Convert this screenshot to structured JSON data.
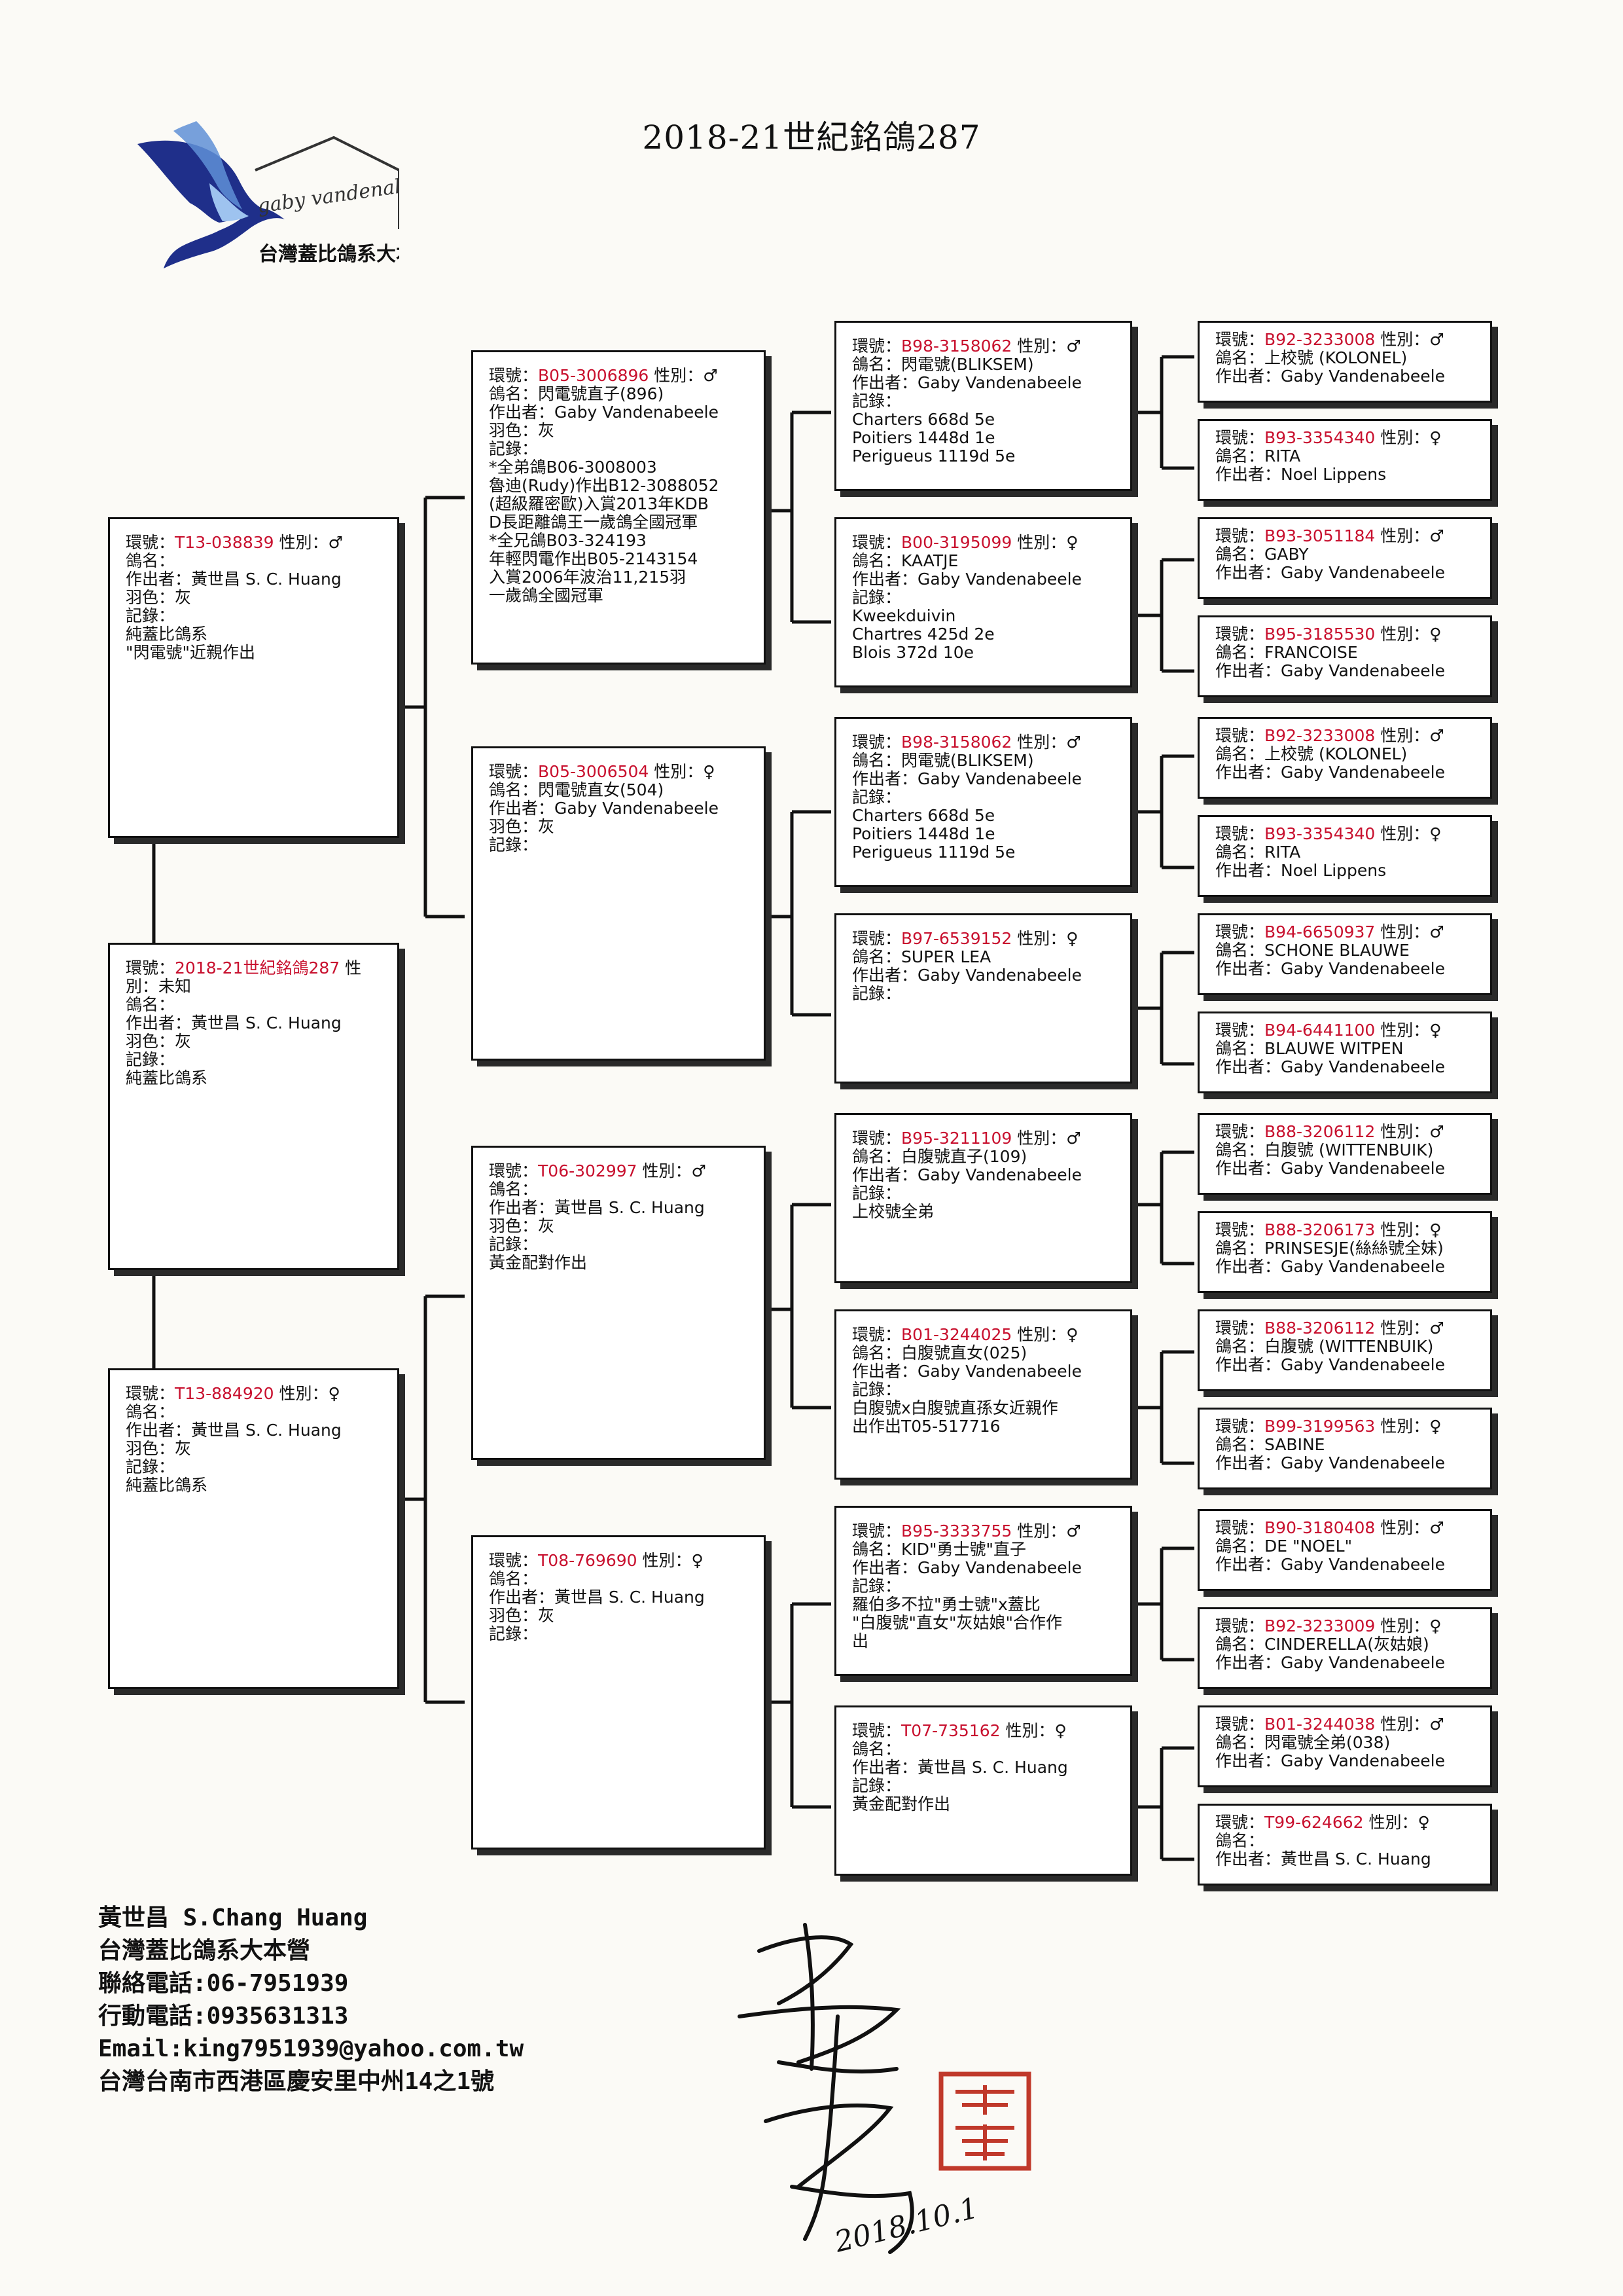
{
  "title": "2018-21世紀銘鴿287",
  "logo": {
    "brand_script": "gaby vandenabeele",
    "brand_cn": "台灣蓋比鴿系大本營"
  },
  "pedigree": {
    "g1": [
      {
        "lines": [
          {
            "label": "環號：",
            "ring": "2018-21世紀銘鴿287",
            "suffix": " 性"
          },
          "別：未知",
          "鴿名：",
          "作出者：黃世昌 S. C. Huang",
          "羽色：灰",
          "記錄：",
          "純蓋比鴿系"
        ]
      }
    ],
    "g2": [
      {
        "lines": [
          {
            "label": "環號：",
            "ring": "T13-038839",
            "suffix": " 性別：♂"
          },
          "鴿名：",
          "作出者：黃世昌 S. C. Huang",
          "羽色：灰",
          "記錄：",
          "純蓋比鴿系",
          "\"閃電號\"近親作出"
        ]
      },
      {
        "lines": [
          {
            "label": "環號：",
            "ring": "T13-884920",
            "suffix": " 性別：♀"
          },
          "鴿名：",
          "作出者：黃世昌 S. C. Huang",
          "羽色：灰",
          "記錄：",
          "純蓋比鴿系"
        ]
      }
    ],
    "g3": [
      {
        "lines": [
          {
            "label": "環號：",
            "ring": "B05-3006896",
            "suffix": " 性別：♂"
          },
          "鴿名：閃電號直子(896)",
          "作出者：Gaby Vandenabeele",
          "羽色：灰",
          "記錄：",
          "*全弟鴿B06-3008003",
          "魯迪(Rudy)作出B12-3088052",
          "(超級羅密歐)入賞2013年KDB",
          "D長距離鴿王一歲鴿全國冠軍",
          "*全兄鴿B03-324193",
          "年輕閃電作出B05-2143154",
          "入賞2006年波治11,215羽",
          "一歲鴿全國冠軍"
        ]
      },
      {
        "lines": [
          {
            "label": "環號：",
            "ring": "B05-3006504",
            "suffix": " 性別：♀"
          },
          "鴿名：閃電號直女(504)",
          "作出者：Gaby Vandenabeele",
          "羽色：灰",
          "記錄："
        ]
      },
      {
        "lines": [
          {
            "label": "環號：",
            "ring": "T06-302997",
            "suffix": " 性別：♂"
          },
          "鴿名：",
          "作出者：黃世昌 S. C. Huang",
          "羽色：灰",
          "記錄：",
          "黃金配對作出"
        ]
      },
      {
        "lines": [
          {
            "label": "環號：",
            "ring": "T08-769690",
            "suffix": " 性別：♀"
          },
          "鴿名：",
          "作出者：黃世昌 S. C. Huang",
          "羽色：灰",
          "記錄："
        ]
      }
    ],
    "g4": [
      {
        "lines": [
          {
            "label": "環號：",
            "ring": "B98-3158062",
            "suffix": " 性別：♂"
          },
          "鴿名：閃電號(BLIKSEM)",
          "作出者：Gaby Vandenabeele",
          "記錄：",
          "Charters 668d 5e",
          "Poitiers 1448d 1e",
          "Perigueus 1119d 5e"
        ]
      },
      {
        "lines": [
          {
            "label": "環號：",
            "ring": "B00-3195099",
            "suffix": " 性別：♀"
          },
          "鴿名：KAATJE",
          "作出者：Gaby Vandenabeele",
          "記錄：",
          "Kweekduivin",
          "Chartres 425d 2e",
          "Blois 372d 10e"
        ]
      },
      {
        "lines": [
          {
            "label": "環號：",
            "ring": "B98-3158062",
            "suffix": " 性別：♂"
          },
          "鴿名：閃電號(BLIKSEM)",
          "作出者：Gaby Vandenabeele",
          "記錄：",
          "Charters 668d 5e",
          "Poitiers 1448d 1e",
          "Perigueus 1119d 5e"
        ]
      },
      {
        "lines": [
          {
            "label": "環號：",
            "ring": "B97-6539152",
            "suffix": " 性別：♀"
          },
          "鴿名：SUPER LEA",
          "作出者：Gaby Vandenabeele",
          "記錄："
        ]
      },
      {
        "lines": [
          {
            "label": "環號：",
            "ring": "B95-3211109",
            "suffix": " 性別：♂"
          },
          "鴿名：白腹號直子(109)",
          "作出者：Gaby Vandenabeele",
          "記錄：",
          "上校號全弟"
        ]
      },
      {
        "lines": [
          {
            "label": "環號：",
            "ring": "B01-3244025",
            "suffix": " 性別：♀"
          },
          "鴿名：白腹號直女(025)",
          "作出者：Gaby Vandenabeele",
          "記錄：",
          "白腹號x白腹號直孫女近親作",
          "出作出T05-517716"
        ]
      },
      {
        "lines": [
          {
            "label": "環號：",
            "ring": "B95-3333755",
            "suffix": " 性別：♂"
          },
          "鴿名：KID\"勇士號\"直子",
          "作出者：Gaby Vandenabeele",
          "記錄：",
          "羅伯多不拉\"勇士號\"x蓋比",
          "\"白腹號\"直女\"灰姑娘\"合作作",
          "出"
        ]
      },
      {
        "lines": [
          {
            "label": "環號：",
            "ring": "T07-735162",
            "suffix": " 性別：♀"
          },
          "鴿名：",
          "作出者：黃世昌 S. C. Huang",
          "記錄：",
          "黃金配對作出"
        ]
      }
    ],
    "g5": [
      {
        "lines": [
          {
            "label": "環號：",
            "ring": "B92-3233008",
            "suffix": " 性別：♂"
          },
          "鴿名：上校號 (KOLONEL)",
          "作出者：Gaby Vandenabeele"
        ]
      },
      {
        "lines": [
          {
            "label": "環號：",
            "ring": "B93-3354340",
            "suffix": " 性別：♀"
          },
          "鴿名：RITA",
          "作出者：Noel Lippens"
        ]
      },
      {
        "lines": [
          {
            "label": "環號：",
            "ring": "B93-3051184",
            "suffix": " 性別：♂"
          },
          "鴿名：GABY",
          "作出者：Gaby Vandenabeele"
        ]
      },
      {
        "lines": [
          {
            "label": "環號：",
            "ring": "B95-3185530",
            "suffix": " 性別：♀"
          },
          "鴿名：FRANCOISE",
          "作出者：Gaby Vandenabeele"
        ]
      },
      {
        "lines": [
          {
            "label": "環號：",
            "ring": "B92-3233008",
            "suffix": " 性別：♂"
          },
          "鴿名：上校號 (KOLONEL)",
          "作出者：Gaby Vandenabeele"
        ]
      },
      {
        "lines": [
          {
            "label": "環號：",
            "ring": "B93-3354340",
            "suffix": " 性別：♀"
          },
          "鴿名：RITA",
          "作出者：Noel Lippens"
        ]
      },
      {
        "lines": [
          {
            "label": "環號：",
            "ring": "B94-6650937",
            "suffix": " 性別：♂"
          },
          "鴿名：SCHONE BLAUWE",
          "作出者：Gaby Vandenabeele"
        ]
      },
      {
        "lines": [
          {
            "label": "環號：",
            "ring": "B94-6441100",
            "suffix": " 性別：♀"
          },
          "鴿名：BLAUWE WITPEN",
          "作出者：Gaby Vandenabeele"
        ]
      },
      {
        "lines": [
          {
            "label": "環號：",
            "ring": "B88-3206112",
            "suffix": " 性別：♂"
          },
          "鴿名：白腹號 (WITTENBUIK)",
          "作出者：Gaby Vandenabeele"
        ]
      },
      {
        "lines": [
          {
            "label": "環號：",
            "ring": "B88-3206173",
            "suffix": " 性別：♀"
          },
          "鴿名：PRINSESJE(絲絲號全妹)",
          "作出者：Gaby Vandenabeele"
        ]
      },
      {
        "lines": [
          {
            "label": "環號：",
            "ring": "B88-3206112",
            "suffix": " 性別：♂"
          },
          "鴿名：白腹號 (WITTENBUIK)",
          "作出者：Gaby Vandenabeele"
        ]
      },
      {
        "lines": [
          {
            "label": "環號：",
            "ring": "B99-3199563",
            "suffix": " 性別：♀"
          },
          "鴿名：SABINE",
          "作出者：Gaby Vandenabeele"
        ]
      },
      {
        "lines": [
          {
            "label": "環號：",
            "ring": "B90-3180408",
            "suffix": " 性別：♂"
          },
          "鴿名：DE \"NOEL\"",
          "作出者：Gaby Vandenabeele"
        ]
      },
      {
        "lines": [
          {
            "label": "環號：",
            "ring": "B92-3233009",
            "suffix": " 性別：♀"
          },
          "鴿名：CINDERELLA(灰姑娘)",
          "作出者：Gaby Vandenabeele"
        ]
      },
      {
        "lines": [
          {
            "label": "環號：",
            "ring": "B01-3244038",
            "suffix": " 性別：♂"
          },
          "鴿名：閃電號全弟(038)",
          "作出者：Gaby Vandenabeele"
        ]
      },
      {
        "lines": [
          {
            "label": "環號：",
            "ring": "T99-624662",
            "suffix": " 性別：♀"
          },
          "鴿名：",
          "作出者：黃世昌 S. C. Huang"
        ]
      }
    ]
  },
  "footer": {
    "lines": [
      "黃世昌 S.Chang Huang",
      "台灣蓋比鴿系大本營",
      "聯絡電話:06-7951939",
      "行動電話:0935631313",
      "Email:king7951939@yahoo.com.tw",
      "台灣台南市西港區慶安里中州14之1號"
    ],
    "signature_date": "2018.10.1"
  },
  "colors": {
    "ring": "#c8102e",
    "seal": "#c0392b"
  }
}
